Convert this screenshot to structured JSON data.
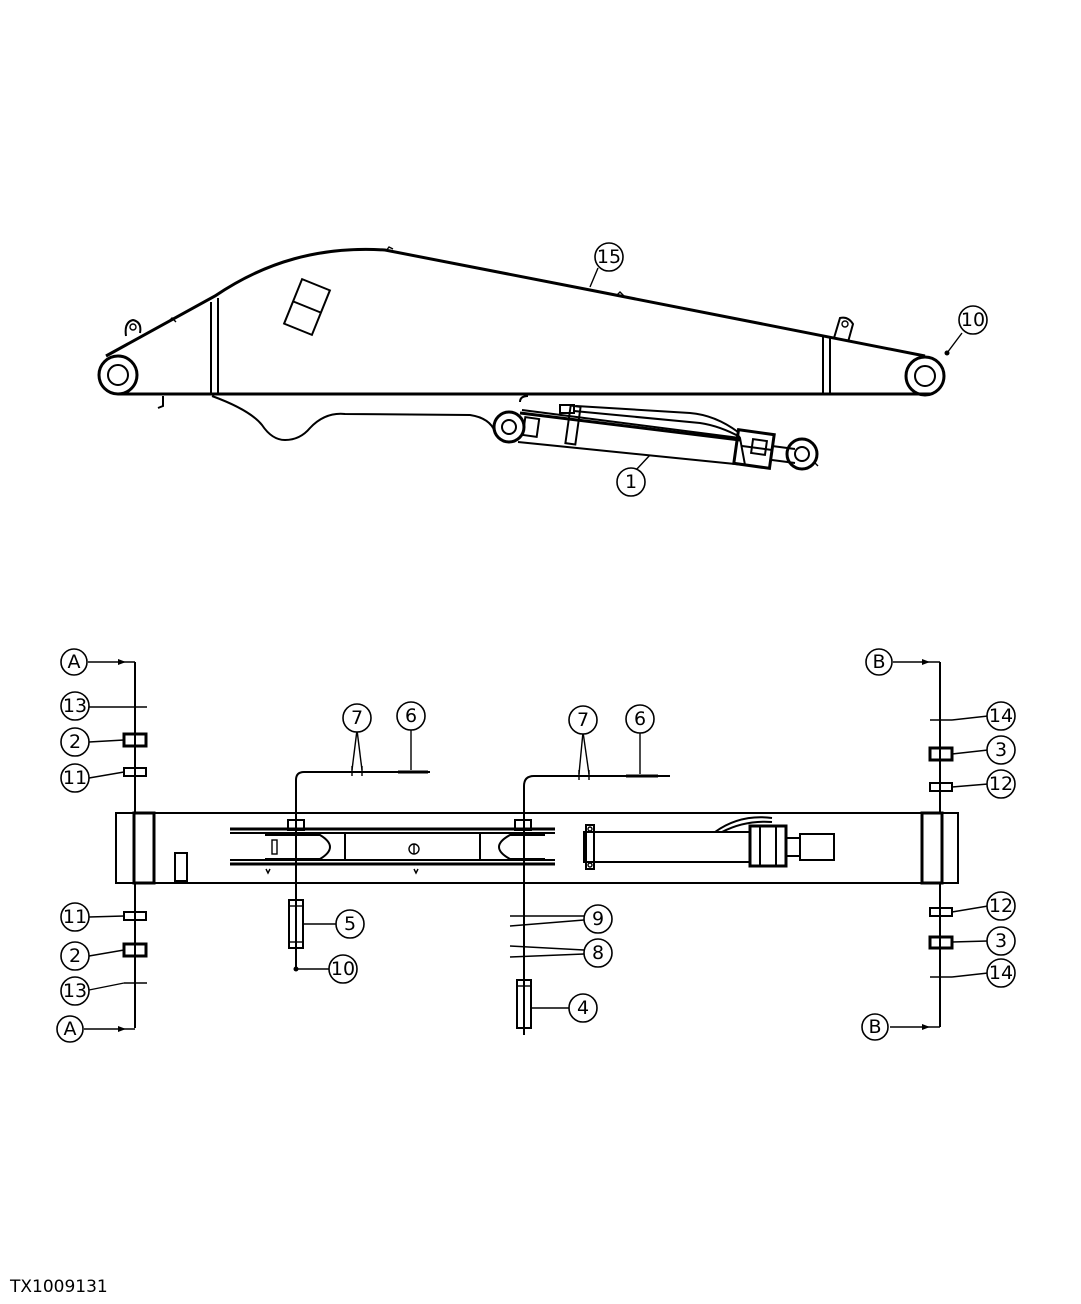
{
  "figure_id": "TX1009131",
  "callouts": {
    "c1": "1",
    "c2a": "2",
    "c2b": "2",
    "c3a": "3",
    "c3b": "3",
    "c4": "4",
    "c5": "5",
    "c6a": "6",
    "c6b": "6",
    "c7a": "7",
    "c7b": "7",
    "c8": "8",
    "c9": "9",
    "c10a": "10",
    "c10b": "10",
    "c11a": "11",
    "c11b": "11",
    "c12a": "12",
    "c12b": "12",
    "c13a": "13",
    "c13b": "13",
    "c14a": "14",
    "c14b": "14",
    "c15": "15",
    "secA1": "A",
    "secA2": "A",
    "secB1": "B",
    "secB2": "B"
  }
}
